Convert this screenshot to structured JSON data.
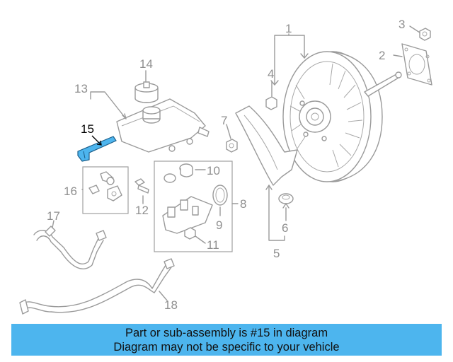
{
  "callouts": {
    "c1": "1",
    "c2": "2",
    "c3": "3",
    "c4": "4",
    "c5": "5",
    "c6": "6",
    "c7": "7",
    "c8": "8",
    "c9": "9",
    "c10": "10",
    "c11": "11",
    "c12": "12",
    "c13": "13",
    "c14": "14",
    "c15": "15",
    "c16": "16",
    "c17": "17",
    "c18": "18"
  },
  "highlight": {
    "part": "15",
    "color": "#4db5ee"
  },
  "banner": {
    "line1": "Part or sub-assembly is #15 in diagram",
    "line2": "Diagram may not be specific to your vehicle",
    "color": "#4db5ee"
  }
}
